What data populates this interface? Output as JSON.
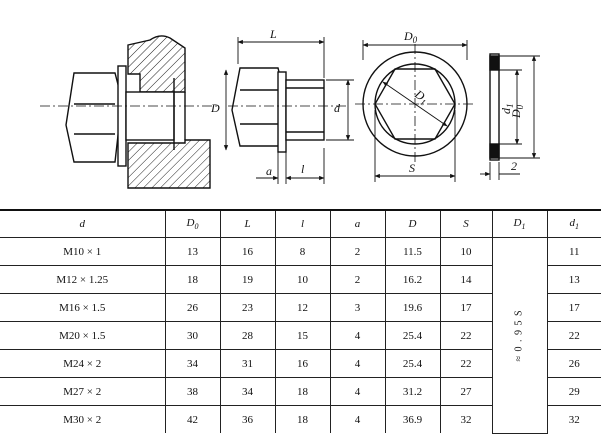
{
  "drawing": {
    "labels": {
      "L": "L",
      "D": "D",
      "d_side": "d",
      "a": "a",
      "l": "l",
      "D0": "D",
      "D0_sub": "0",
      "D1": "D",
      "D1_sub": "1",
      "S": "S",
      "D0_ring": "D",
      "D0_ring_sub": "0",
      "d1_ring": "d",
      "d1_ring_sub": "1",
      "two": "2"
    }
  },
  "table": {
    "headers": [
      "d",
      "D0",
      "L",
      "l",
      "a",
      "D",
      "S",
      "D1",
      "d1"
    ],
    "rows": [
      [
        "M10 × 1",
        "13",
        "16",
        "8",
        "2",
        "11.5",
        "10",
        "11"
      ],
      [
        "M12 × 1.25",
        "18",
        "19",
        "10",
        "2",
        "16.2",
        "14",
        "13"
      ],
      [
        "M16 × 1.5",
        "26",
        "23",
        "12",
        "3",
        "19.6",
        "17",
        "17"
      ],
      [
        "M20 × 1.5",
        "30",
        "28",
        "15",
        "4",
        "25.4",
        "22",
        "22"
      ],
      [
        "M24 × 2",
        "34",
        "31",
        "16",
        "4",
        "25.4",
        "22",
        "26"
      ],
      [
        "M27 × 2",
        "38",
        "34",
        "18",
        "4",
        "31.2",
        "27",
        "29"
      ],
      [
        "M30 × 2",
        "42",
        "36",
        "18",
        "4",
        "36.9",
        "32",
        "32"
      ]
    ],
    "merged_D1": "≈ 0 . 9 5 S"
  }
}
